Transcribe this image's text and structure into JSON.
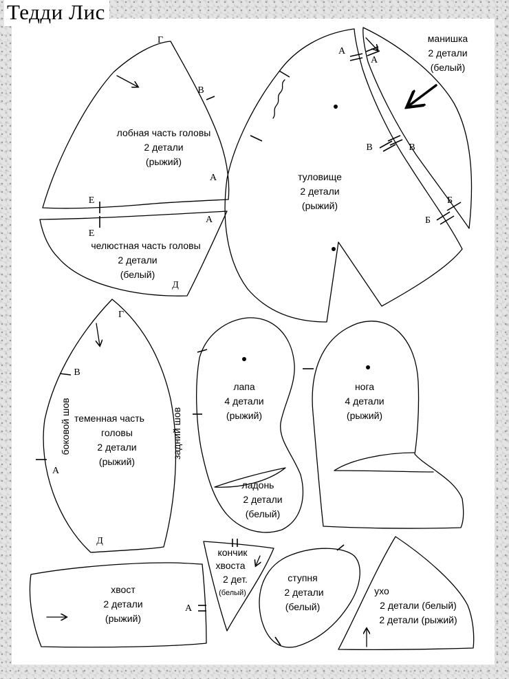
{
  "title": "Тедди Лис",
  "pieces": {
    "forehead": {
      "name": "лобная часть головы",
      "count": "2 детали",
      "color": "(рыжий)"
    },
    "jaw": {
      "name": "челюстная часть головы",
      "count": "2 детали",
      "color": "(белый)"
    },
    "body": {
      "name": "туловище",
      "count": "2 детали",
      "color": "(рыжий)"
    },
    "shirtfront": {
      "name": "манишка",
      "count": "2 детали",
      "color": "(белый)"
    },
    "crown": {
      "name": "теменная часть",
      "name2": "головы",
      "count": "2 детали",
      "color": "(рыжий)",
      "side_seam": "боковой шов",
      "back_seam": "задний шов"
    },
    "paw": {
      "name": "лапа",
      "count": "4 детали",
      "color": "(рыжий)"
    },
    "palm": {
      "name": "ладонь",
      "count": "2 детали",
      "color": "(белый)"
    },
    "leg": {
      "name": "нога",
      "count": "4 детали",
      "color": "(рыжий)"
    },
    "tail": {
      "name": "хвост",
      "count": "2 детали",
      "color": "(рыжий)"
    },
    "tailtip": {
      "name1": "кончик",
      "name2": "хвоста",
      "count": "2 дет.",
      "color": "(белый)"
    },
    "foot": {
      "name": "ступня",
      "count": "2 детали",
      "color": "(белый)"
    },
    "ear": {
      "name": "ухо",
      "count_white": "2 детали (белый)",
      "count_red": "2 детали (рыжий)"
    }
  },
  "points": {
    "A": "А",
    "B": "Б",
    "V": "В",
    "G": "Г",
    "D": "Д",
    "E": "Е"
  }
}
